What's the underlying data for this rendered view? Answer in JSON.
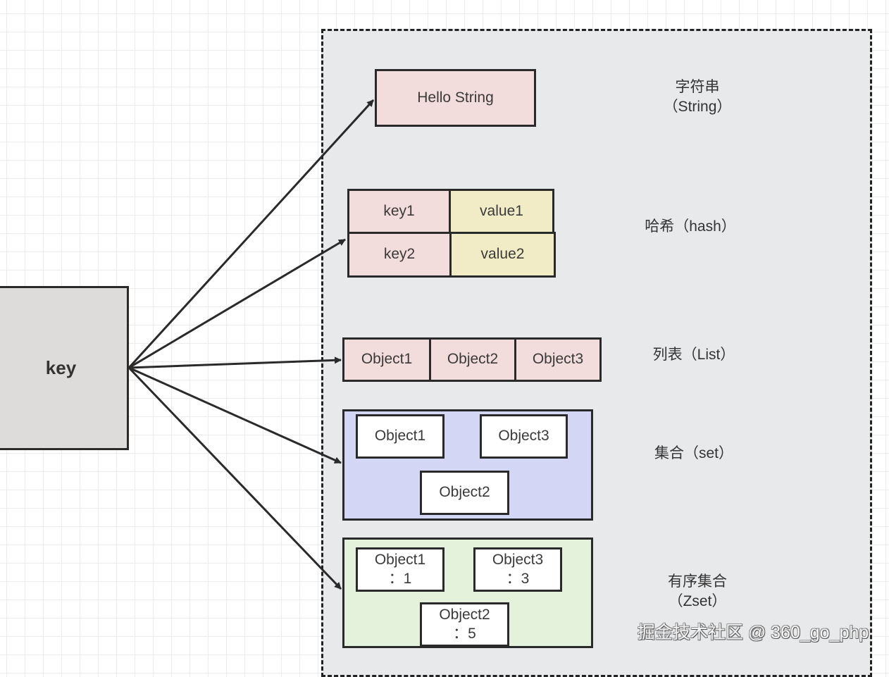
{
  "key_node": {
    "label": "key"
  },
  "structures": {
    "string": {
      "value": "Hello String",
      "label": "字符串\n（String）",
      "label_line1": "字符串",
      "label_line2": "（String）"
    },
    "hash": {
      "rows": [
        {
          "key": "key1",
          "value": "value1"
        },
        {
          "key": "key2",
          "value": "value2"
        }
      ],
      "label": "哈希（hash）"
    },
    "list": {
      "items": [
        "Object1",
        "Object2",
        "Object3"
      ],
      "label": "列表（List）"
    },
    "set": {
      "items": [
        "Object1",
        "Object3",
        "Object2"
      ],
      "label": "集合（set）"
    },
    "zset": {
      "items": [
        {
          "member": "Object1",
          "score": "：1"
        },
        {
          "member": "Object3",
          "score": "：3"
        },
        {
          "member": "Object2",
          "score": "：5"
        }
      ],
      "label_line1": "有序集合",
      "label_line2": "（Zset）"
    }
  },
  "colors": {
    "string_fill": "#f3dcdc",
    "hash_value_fill": "#f2ecc6",
    "set_fill": "#d4d6f5",
    "zset_fill": "#e4f2dc",
    "container_fill": "#e8e9eb",
    "key_fill": "#dedbdb"
  },
  "watermark": "掘金技术社区 @ 360_go_php"
}
